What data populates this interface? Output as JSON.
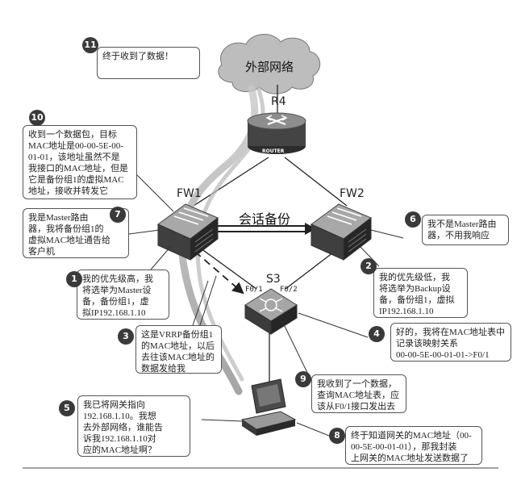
{
  "cloud": {
    "label": "外部网络"
  },
  "devices": {
    "router": {
      "name": "R4",
      "badge": "ROUTER"
    },
    "fw1": {
      "name": "FW1"
    },
    "fw2": {
      "name": "FW2"
    },
    "s3": {
      "name": "S3",
      "port_left": "F0/1",
      "port_right": "F0/2"
    }
  },
  "link_label": "会话备份",
  "callouts": [
    {
      "num": "1",
      "text": "我的优先级高，我\n将选举为Master设\n备，备份组1，虚\n拟IP192.168.1.10"
    },
    {
      "num": "2",
      "text": "我的优先级低，我\n将选举为Backup设\n备，备份组1，虚拟\nIP192.168.1.10"
    },
    {
      "num": "3",
      "text": "这是VRRP备份组1\n的MAC地址，以后\n去往该MAC地址的\n数据发给我"
    },
    {
      "num": "4",
      "text": "好的，我将在MAC地址表中\n记录该映射关系\n00-00-5E-00-01-01->F0/1"
    },
    {
      "num": "5",
      "text": "我已将网关指向\n192.168.1.10。我想\n去外部网络，谁能告\n诉我192.168.1.10对\n应的MAC地址啊？"
    },
    {
      "num": "6",
      "text": "我不是Master路由\n器，不用我响应"
    },
    {
      "num": "7",
      "text": "我是Master路由\n器，我将备份组1的\n虚拟MAC地址通告给\n客户机"
    },
    {
      "num": "8",
      "text": "终于知道网关的MAC地址（00-\n00-5E-00-01-01），那我封装\n上网关的MAC地址发送数据了"
    },
    {
      "num": "9",
      "text": "我收到了一个数据，\n查询MAC地址表，应\n该从F0/1接口发出去"
    },
    {
      "num": "10",
      "text": "收到一个数据包，目标\nMAC地址是00-00-5E-00-\n01-01，该地址虽然不是\n我接口的MAC地址，但是\n它是备份组1的虚拟MAC\n地址，接收并转发它"
    },
    {
      "num": "11",
      "text": "终于收到了数据！"
    }
  ]
}
